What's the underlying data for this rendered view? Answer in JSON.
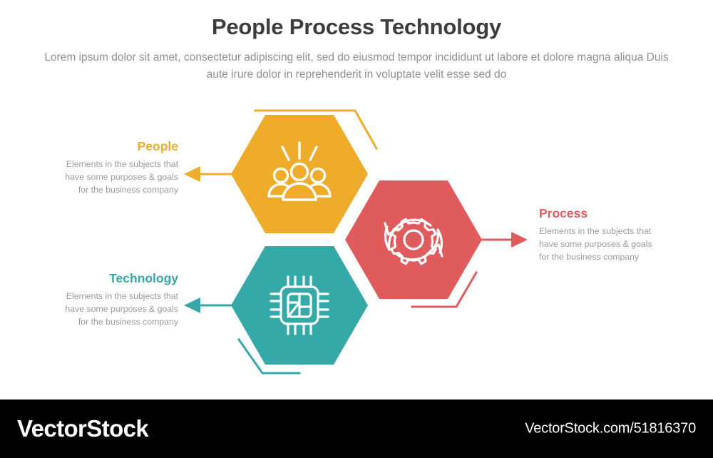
{
  "header": {
    "title": "People Process Technology",
    "subtitle": "Lorem ipsum dolor sit amet, consectetur adipiscing elit, sed do eiusmod tempor incididunt ut labore et dolore magna aliqua Duis aute irure dolor in reprehenderit in voluptate velit esse sed do"
  },
  "colors": {
    "people": "#EFAC2B",
    "process": "#E05C5C",
    "technology": "#35A8A8",
    "title": "#3d3d3d",
    "body_text": "#9a9a9a",
    "background": "#ffffff",
    "footer_background": "#000000"
  },
  "nodes": [
    {
      "key": "people",
      "label": "People",
      "description": "Elements in the subjects that\nhave  some purposes & goals\nfor the  business company",
      "color": "#EFAC2B",
      "icon": "people-group-icon",
      "arrow_direction": "left"
    },
    {
      "key": "process",
      "label": "Process",
      "description": "Elements in the subjects that\nhave  some purposes & goals\nfor the  business company",
      "color": "#E05C5C",
      "icon": "gear-refresh-icon",
      "arrow_direction": "right"
    },
    {
      "key": "technology",
      "label": "Technology",
      "description": "Elements in the subjects that\nhave  some purposes & goals\nfor the  business company",
      "color": "#35A8A8",
      "icon": "microchip-icon",
      "arrow_direction": "left"
    }
  ],
  "watermark": {
    "brand": "VectorStock",
    "url": "VectorStock.com/51816370"
  }
}
